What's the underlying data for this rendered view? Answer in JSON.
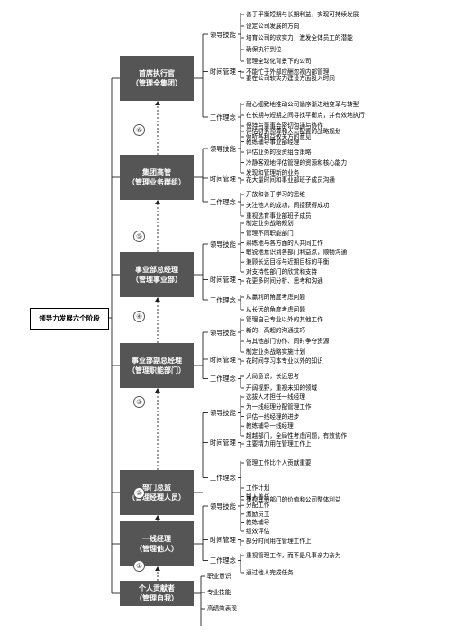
{
  "root": "领导力发展六个阶段",
  "circles": [
    "①",
    "②",
    "③",
    "④",
    "⑤",
    "⑥"
  ],
  "stages": [
    {
      "title": "首席执行官",
      "sub": "（管理全集团）",
      "leadership_label": "领导技能",
      "leadership": [
        "善于平衡短期与长期利益，实现可持续发展",
        "设定公司发展的方向",
        "培育公司的软实力，激发全体员工的潜能",
        "确保执行到位",
        "管理全球化背景下的公司"
      ],
      "time_label": "时间管理",
      "time": [
        "不能忙于外部应酬忽视内部管理",
        "要在公司软实力建设方面投入时间"
      ],
      "concept_label": "工作理念",
      "concept": [
        "耐心细致地推动公司循序渐进地变革与转型",
        "在长期与短期之间寻找平衡点，并有效地执行",
        "保持与董事会密切沟通与协作",
        "倾听各利益攸关方的意见"
      ]
    },
    {
      "title": "集团高管",
      "sub": "（管理业务群组）",
      "leadership_label": "领导技能",
      "leadership": [
        "评估财务预算和人员配置的战略规划",
        "教练辅导事业部经理",
        "评估业务的投资组合策略",
        "冷静客观地评估管理的资源和核心能力",
        "发现和管理新的业务"
      ],
      "time_label": "时间管理",
      "time": [
        "花大量时间和事业部班子成员沟通"
      ],
      "concept_label": "工作理念",
      "concept": [
        "开放和善于学习的思维",
        "关注他人的成功，间接获得成功",
        "重视选育事业部班子成员"
      ]
    },
    {
      "title": "事业部总经理",
      "sub": "（管理事业部）",
      "leadership_label": "领导技能",
      "leadership": [
        "制定业务战略规划",
        "管理不同职能部门",
        "熟练地与各方面的人共同工作",
        "敏锐地意识到各部门利益点，顺畅沟通",
        "兼顾长远目标与近期目标的平衡",
        "对支持性部门的欣赏和支持"
      ],
      "time_label": "时间管理",
      "time": [
        "花更多时间分析、思考和沟通"
      ],
      "concept_label": "工作理念",
      "concept": [
        "从赢利的角度考虑问题",
        "从长远的角度考虑问题"
      ]
    },
    {
      "title": "事业部副总经理",
      "sub": "（管理职能部门）",
      "leadership_label": "领导技能",
      "leadership": [
        "管理自己专业以外的其他工作",
        "新的、高超的沟通技巧",
        "与其他部门协作、同时争夺资源",
        "制定业务战略实施计划"
      ],
      "time_label": "时间管理",
      "time": [
        "花时间学习本专业以外的知识"
      ],
      "concept_label": "工作理念",
      "concept": [
        "大局意识，长远思考",
        "开阔视野，重视未知的领域"
      ]
    },
    {
      "title": "部门总监",
      "sub": "（管理经理人员）",
      "leadership_label": "领导技能",
      "leadership": [
        "选拔人才担任一线经理",
        "为一线经理分配管理工作",
        "评估一线经理的进步",
        "教练辅导一线经理",
        "超越部门，全局性考虑问题，有效协作"
      ],
      "time_label": "时间管理",
      "time": [
        "主要精力用在管理工作上"
      ],
      "concept_label": "工作理念",
      "concept": [
        "管理工作比个人贡献重要",
        "重视其他部门的价值和公司整体利益"
      ]
    },
    {
      "title": "一线经理",
      "sub": "（管理他人）",
      "leadership_label": "领导技能",
      "leadership": [
        "工作计划",
        "知人善任",
        "分配工作",
        "激励员工",
        "教练辅导",
        "绩效评估"
      ],
      "time_label": "时间管理",
      "time": [
        "部分时间用在管理工作上"
      ],
      "concept_label": "工作理念",
      "concept": [
        "重视管理工作，而不是凡事亲力亲为",
        "通过他人完成任务"
      ]
    },
    {
      "title": "个人贡献者",
      "sub": "（管理自我）",
      "items": [
        "职业意识",
        "专业技能",
        "高绩效表现"
      ]
    }
  ]
}
